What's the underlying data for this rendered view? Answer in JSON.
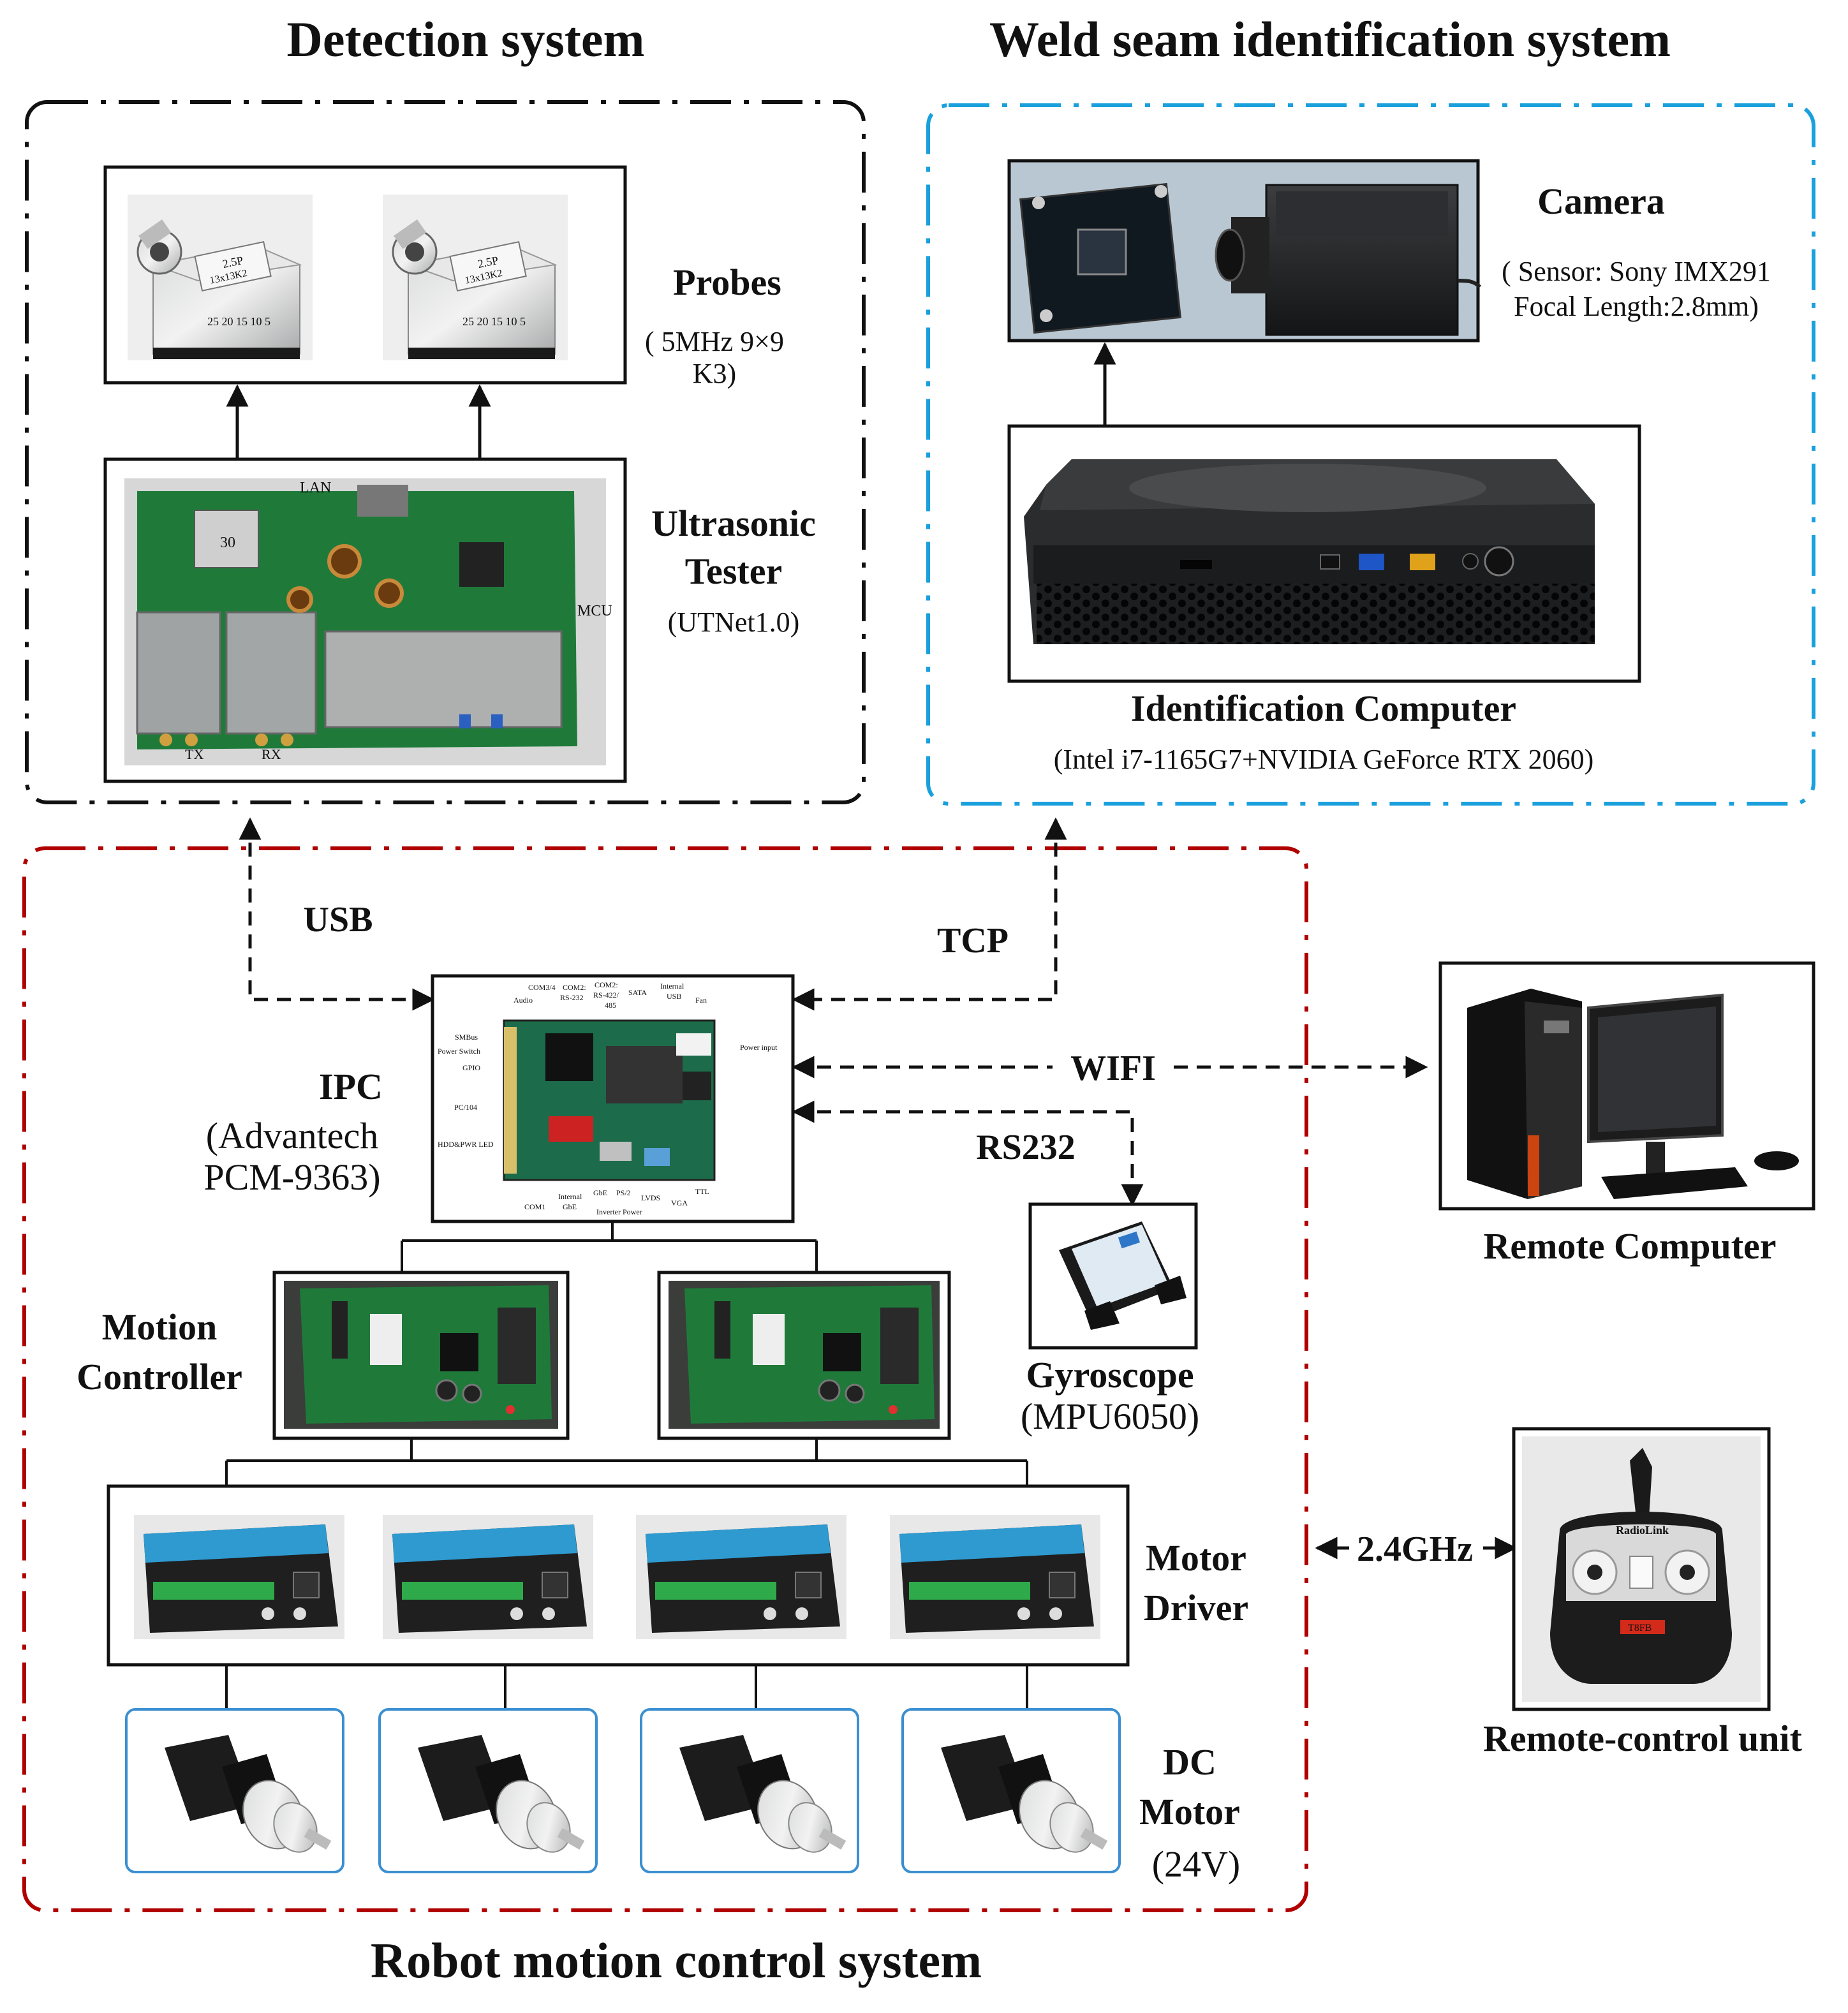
{
  "titles": {
    "detection": "Detection system",
    "weld": "Weld seam identification system",
    "robot": "Robot motion control system"
  },
  "detection": {
    "probes_label": "Probes",
    "probes_spec_1": "( 5MHz 9×9",
    "probes_spec_2": "K3)",
    "probe_text_1": "2.5P",
    "probe_text_2": "13x13K2",
    "probe_scale": "25 20 15 10 5",
    "tester_label_1": "Ultrasonic",
    "tester_label_2": "Tester",
    "tester_spec": "(UTNet1.0)",
    "board_lan": "LAN",
    "board_mcu": "MCU",
    "board_tx": "TX",
    "board_rx": "RX",
    "board_chip": "30"
  },
  "weld": {
    "camera_label": "Camera",
    "camera_spec_1": "( Sensor: Sony IMX291",
    "camera_spec_2": "Focal Length:2.8mm)",
    "computer_label": "Identification Computer",
    "computer_spec": "(Intel i7-1165G7+NVIDIA GeForce RTX 2060)"
  },
  "links": {
    "usb": "USB",
    "tcp": "TCP",
    "wifi": "WIFI",
    "rs232": "RS232",
    "ghz": "2.4GHz"
  },
  "robot": {
    "ipc_label": "IPC",
    "ipc_spec_1": "(Advantech",
    "ipc_spec_2": "PCM-9363)",
    "ipc_ports": {
      "com34": "COM3/4",
      "com2a": "COM2:",
      "rs232": "RS-232",
      "com2b": "COM2:",
      "rs422": "RS-422/",
      "p485": "485",
      "sata": "SATA",
      "internal": "Internal",
      "usb": "USB",
      "fan": "Fan",
      "audio": "Audio",
      "smbus": "SMBus",
      "power_switch": "Power Switch",
      "gpio": "GPIO",
      "pc104": "PC/104",
      "hdd": "HDD&PWR LED",
      "power_input": "Power input",
      "com1": "COM1",
      "internal2": "Internal",
      "gbe": "GbE",
      "gbe2": "GbE",
      "ps2": "PS/2",
      "lvds": "LVDS",
      "vga": "VGA",
      "ttl": "TTL",
      "inverter": "Inverter Power"
    },
    "gyro_label": "Gyroscope",
    "gyro_spec": "(MPU6050)",
    "motion_label_1": "Motion",
    "motion_label_2": "Controller",
    "driver_label_1": "Motor",
    "driver_label_2": "Driver",
    "motor_label_1": "DC",
    "motor_label_2": "Motor",
    "motor_spec": "(24V)"
  },
  "external": {
    "remote_computer_label": "Remote Computer",
    "remote_control_label": "Remote-control unit",
    "radio_brand": "RadioLink",
    "radio_model": "T8FB"
  },
  "colors": {
    "detection_border": "#111111",
    "weld_border": "#1aa0dd",
    "robot_border": "#b00000",
    "motor_box": "#3b8fd0",
    "pcb_green": "#1f7a3a",
    "driver_blue": "#2e9ad0"
  }
}
